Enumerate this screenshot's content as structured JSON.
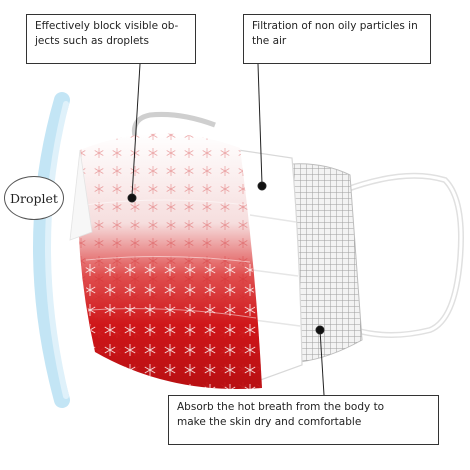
{
  "callouts": {
    "block_droplets": {
      "line1": "Effectively block visible ob-",
      "line2": "jects such as droplets"
    },
    "filtration": {
      "line1": "Filtration of non oily particles in",
      "line2": "the air"
    },
    "breath": {
      "line1": "Absorb the hot breath from the body to",
      "line2": "make the skin dry and comfortable"
    }
  },
  "droplet_label": "Droplet",
  "colors": {
    "mask_red": "#d41a1c",
    "mask_white": "#ffffff",
    "barrier_blue": "#a9d8ef",
    "filter_grey": "#b5b5b5"
  }
}
